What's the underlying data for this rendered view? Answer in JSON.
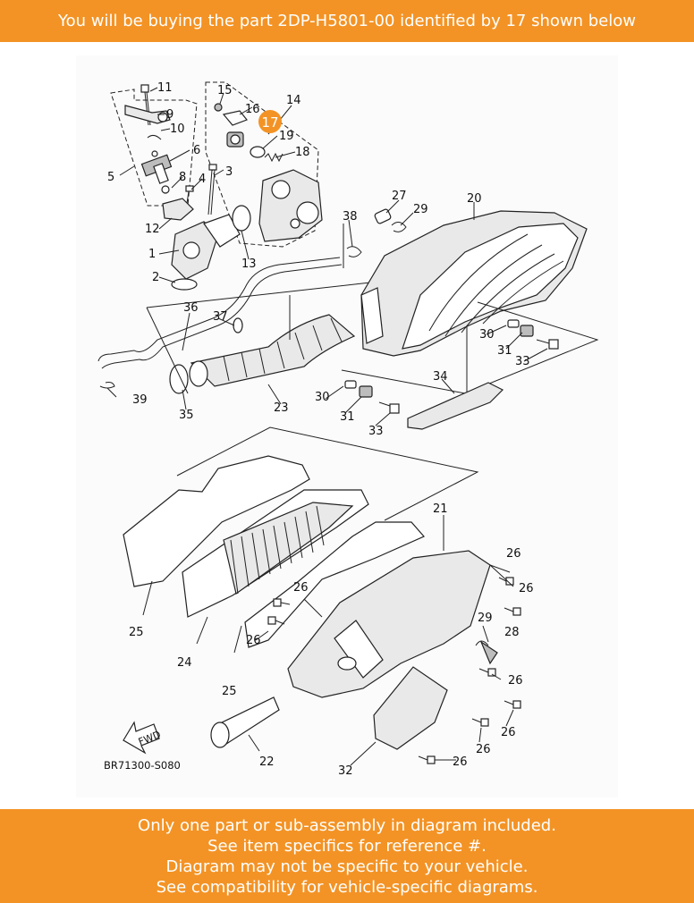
{
  "top_banner": {
    "text": "You will be buying the part 2DP-H5801-00 identified by 17 shown below"
  },
  "bottom_banner": {
    "lines": [
      "Only one part or sub-assembly in diagram included.",
      "See item specifics for reference #.",
      "Diagram may not be specific to your vehicle.",
      "See compatibility for vehicle-specific diagrams."
    ]
  },
  "highlight": {
    "number": "17",
    "color": "#f39325"
  },
  "colors": {
    "brand_orange": "#f39325",
    "banner_text": "#ffffff"
  },
  "diagram": {
    "ref_code": "BR71300-S080",
    "fwd_label": "FWD",
    "callouts": [
      "11",
      "15",
      "14",
      "9",
      "16",
      "10",
      "6",
      "19",
      "5",
      "8",
      "3",
      "18",
      "4",
      "27",
      "29",
      "20",
      "12",
      "38",
      "1",
      "13",
      "2",
      "36",
      "37",
      "30",
      "31",
      "33",
      "39",
      "35",
      "23",
      "34",
      "30",
      "31",
      "33",
      "21",
      "26",
      "26",
      "26",
      "25",
      "24",
      "26",
      "29",
      "28",
      "26",
      "25",
      "26",
      "26",
      "22",
      "26",
      "32"
    ]
  }
}
